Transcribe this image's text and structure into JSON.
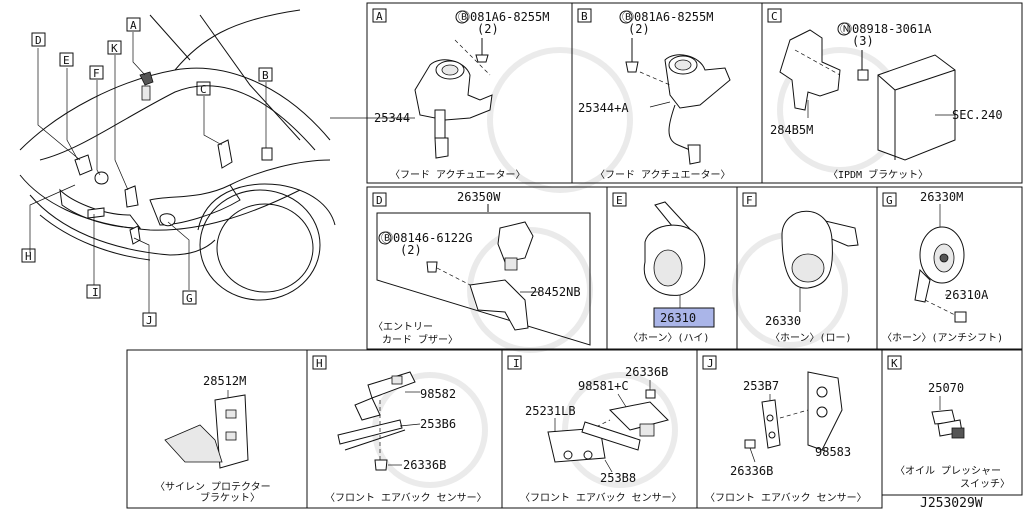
{
  "diagram_code": "J253029W",
  "overview": {
    "labels": {
      "A": "A",
      "B": "B",
      "C": "C",
      "D": "D",
      "E": "E",
      "F": "F",
      "G": "G",
      "H": "H",
      "I": "I",
      "J": "J",
      "K": "K"
    }
  },
  "panels": {
    "A": {
      "key": "A",
      "bolt_code": "Ⓑ081A6-8255M",
      "bolt_qty": "(2)",
      "part": "25344",
      "caption": "〈フード アクチュエーター〉"
    },
    "B": {
      "key": "B",
      "bolt_code": "Ⓑ081A6-8255M",
      "bolt_qty": "(2)",
      "part": "25344+A",
      "caption": "〈フード アクチュエーター〉"
    },
    "C": {
      "key": "C",
      "nut_code": "Ⓝ08918-3061A",
      "nut_qty": "(3)",
      "part": "284B5M",
      "part_sec": "SEC.240",
      "caption": "〈IPDM ブラケット〉"
    },
    "D": {
      "key": "D",
      "part_top": "26350W",
      "bolt_code": "Ⓑ08146-6122G",
      "bolt_qty": "(2)",
      "part_bracket": "28452NB",
      "caption_1": "〈エントリー",
      "caption_2": "カード ブザー〉"
    },
    "E": {
      "key": "E",
      "part": "26310",
      "caption": "〈ホーン〉(ハイ)"
    },
    "F": {
      "key": "F",
      "part": "26330",
      "caption": "〈ホーン〉(ロー)"
    },
    "G": {
      "key": "G",
      "part_top": "26330M",
      "part_bolt": "26310A",
      "caption": "〈ホーン〉(アンチシフト)"
    },
    "siren": {
      "part": "28512M",
      "caption_1": "〈サイレン プロテクター",
      "caption_2": "ブラケット〉"
    },
    "H": {
      "key": "H",
      "part_sensor": "98582",
      "part_bracket": "253B6",
      "part_nut": "26336B",
      "caption": "〈フロント エアバック センサー〉"
    },
    "I": {
      "key": "I",
      "part_nut": "26336B",
      "part_sensor": "98581+C",
      "part_bracket_a": "25231LB",
      "part_bracket_b": "253B8",
      "caption": "〈フロント エアバック センサー〉"
    },
    "J": {
      "key": "J",
      "part_bracket": "253B7",
      "part_nut": "26336B",
      "part_sensor": "98583",
      "caption": "〈フロント エアバック センサー〉"
    },
    "K": {
      "key": "K",
      "part": "25070",
      "caption_1": "〈オイル プレッシャー",
      "caption_2": "スイッチ〉"
    }
  }
}
